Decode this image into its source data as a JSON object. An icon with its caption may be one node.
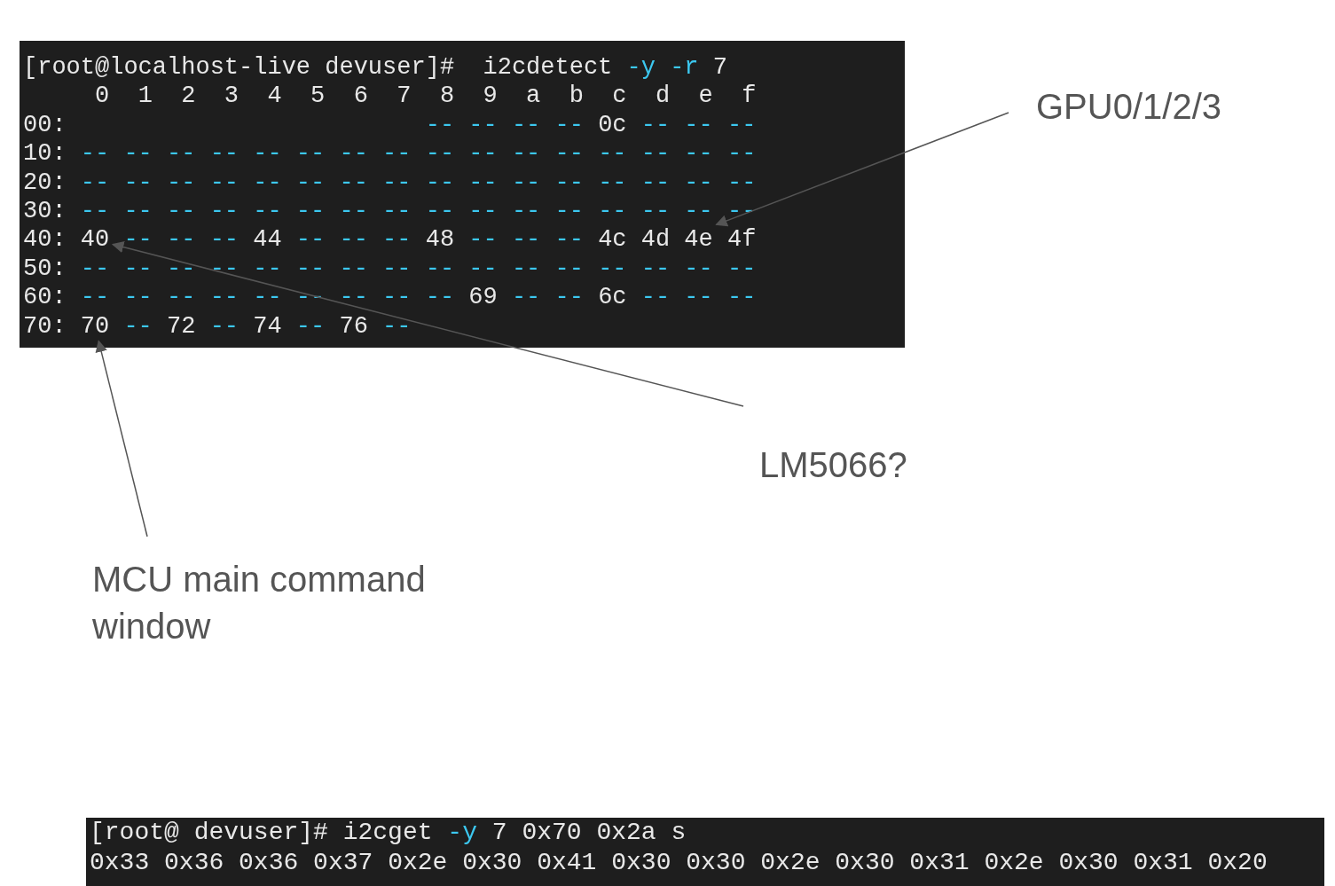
{
  "diagram": {
    "nodes": [
      {
        "text": [
          "GPU0/1/2/3"
        ]
      },
      {
        "text": [
          "LM5066?"
        ]
      },
      {
        "text": [
          "MCU main command window"
        ]
      },
      {
        "text": [],
        "shape": "text"
      },
      {
        "text": [],
        "shape": "text"
      },
      {
        "text": [],
        "shape": "text"
      }
    ],
    "edges": [
      {
        "from": 0,
        "to": 3,
        "arrow": "to"
      },
      {
        "from": 1,
        "to": 4,
        "arrow": "to"
      },
      {
        "from": 2,
        "to": 5,
        "arrow": "to"
      }
    ],
    "labels": [
      "[root@localhost-live devuser]#  i2cdetect -y -r 7",
      "     0  1  2  3  4  5  6  7  8  9  a  b  c  d  e  f",
      "00:                         -- -- -- -- 0c -- -- --",
      "10: -- -- -- -- -- -- -- -- -- -- -- -- -- -- -- --",
      "20: -- -- -- -- -- -- -- -- -- -- -- -- -- -- -- --",
      "30: -- -- -- -- -- -- -- -- -- -- -- -- -- -- -- --",
      "40: 40 -- -- -- 44 -- -- -- 48 -- -- -- 4c 4d 4e 4f",
      "50: -- -- -- -- -- -- -- -- -- -- -- -- -- -- -- --",
      "60: -- -- -- -- -- -- -- -- -- 69 -- -- 6c -- -- --",
      "70: 70 -- 72 -- 74 -- 76 --",
      "[root@ devuser]# i2cget -y 7 0x70 0x2a s",
      "0x33 0x36 0x36 0x37 0x2e 0x30 0x41 0x30 0x30 0x2e 0x30 0x31 0x2e 0x30 0x31 0x20"
    ]
  }
}
